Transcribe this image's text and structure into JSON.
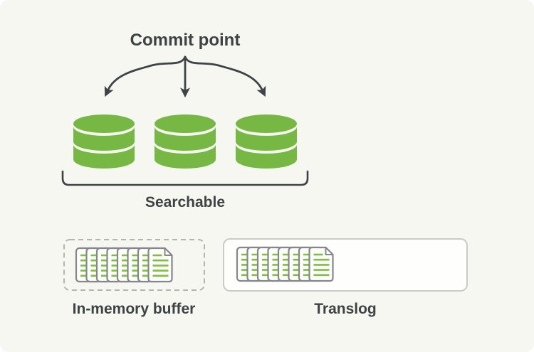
{
  "colors": {
    "background": "#f6f7f0",
    "accent_green": "#76b843",
    "doc_line_green": "#7fbf40",
    "stroke_dark": "#3e4347",
    "page_outline_gray": "#85878a",
    "dashed_border_gray": "#b3b5b1",
    "translog_border_gray": "#c9cbc7"
  },
  "diagram": {
    "commit_point": {
      "label": "Commit point",
      "icon": "fan-out-arrows-icon"
    },
    "segments": {
      "icon": "database-cylinder-icon",
      "count": 3,
      "group_label": "Searchable"
    },
    "in_memory_buffer": {
      "label": "In-memory buffer",
      "icon": "document-stack-icon",
      "border_style": "dashed",
      "documents": 8
    },
    "translog": {
      "label": "Translog",
      "icon": "document-stack-icon",
      "border_style": "solid",
      "documents": 8
    }
  }
}
